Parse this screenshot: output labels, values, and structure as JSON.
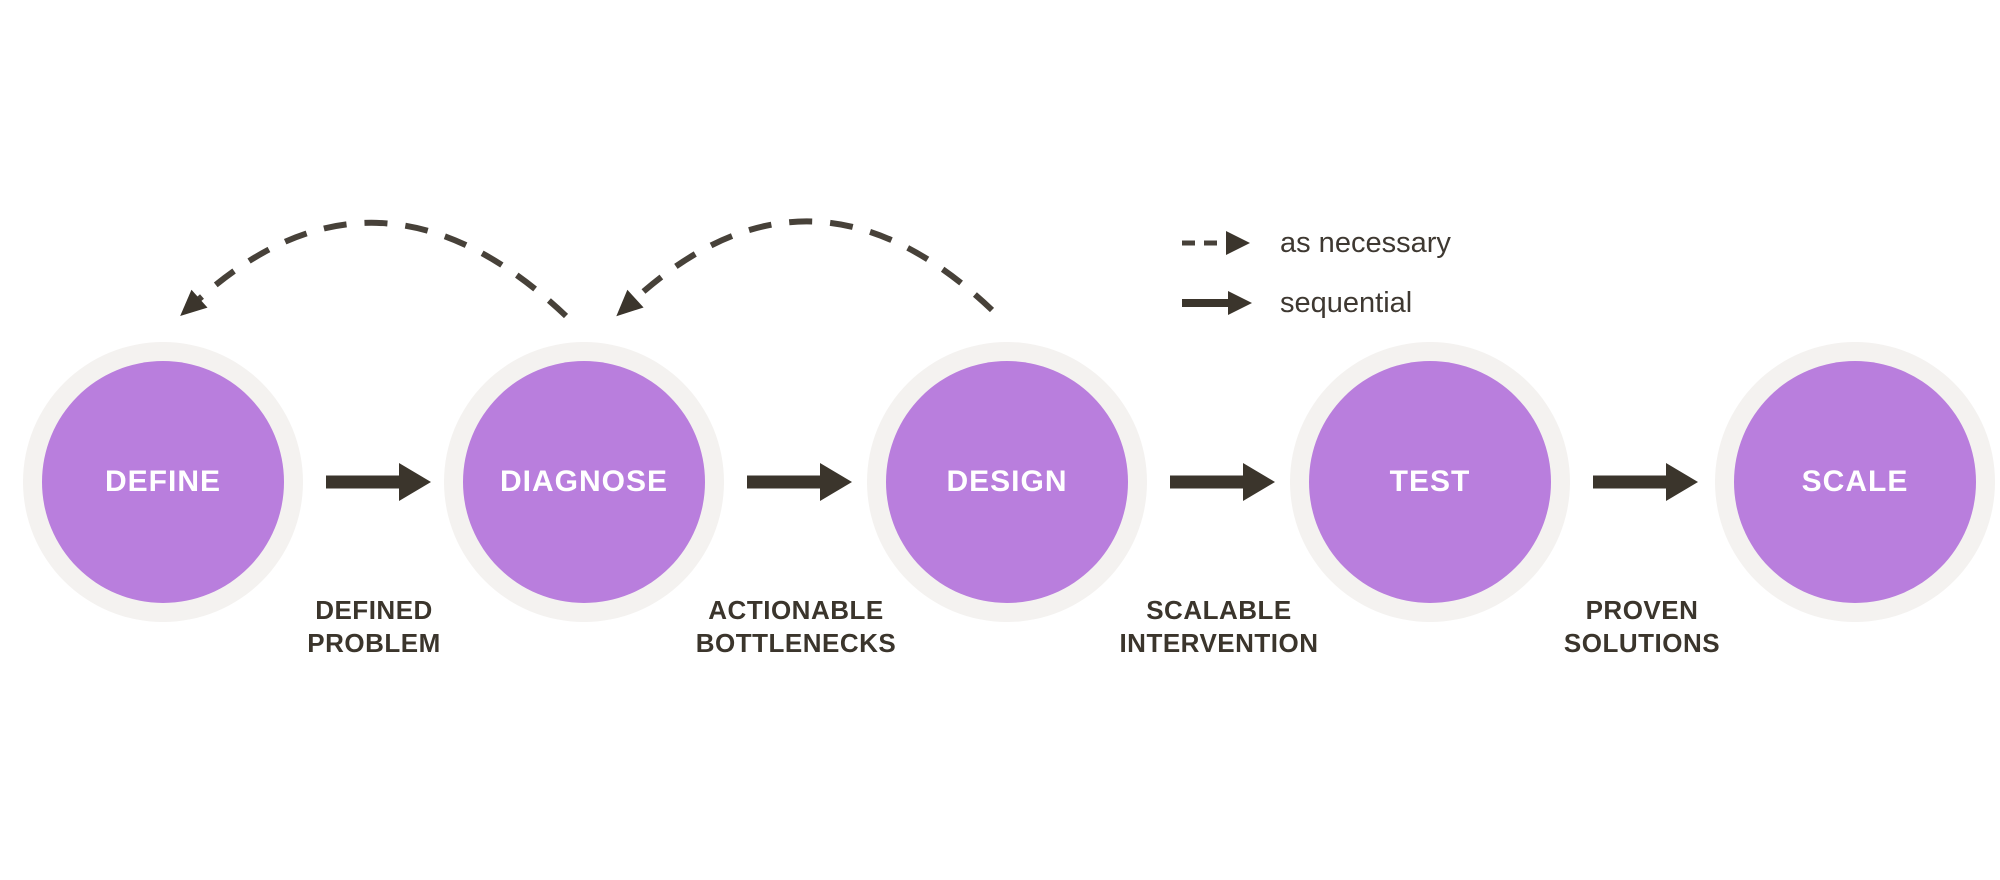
{
  "diagram": {
    "stages": [
      {
        "id": "define",
        "label": "DEFINE"
      },
      {
        "id": "diagnose",
        "label": "DIAGNOSE"
      },
      {
        "id": "design",
        "label": "DESIGN"
      },
      {
        "id": "test",
        "label": "TEST"
      },
      {
        "id": "scale",
        "label": "SCALE"
      }
    ],
    "transitions": [
      {
        "id": "defined-problem",
        "line1": "DEFINED",
        "line2": "PROBLEM"
      },
      {
        "id": "actionable-bottlenecks",
        "line1": "ACTIONABLE",
        "line2": "BOTTLENECKS"
      },
      {
        "id": "scalable-intervention",
        "line1": "SCALABLE",
        "line2": "INTERVENTION"
      },
      {
        "id": "proven-solutions",
        "line1": "PROVEN",
        "line2": "SOLUTIONS"
      }
    ],
    "feedback_arcs": [
      {
        "from": "diagnose",
        "to": "define"
      },
      {
        "from": "design",
        "to": "diagnose"
      }
    ],
    "legend": {
      "items": [
        {
          "id": "as-necessary",
          "style": "dashed",
          "label": "as necessary"
        },
        {
          "id": "sequential",
          "style": "solid",
          "label": "sequential"
        }
      ]
    }
  },
  "colors": {
    "background": "#ffffff",
    "circle_fill": "#b97edd",
    "circle_ring": "#f4f2f0",
    "arrow_dark": "#3b352c",
    "arc_stroke": "#474139",
    "label_text": "#3b352c",
    "legend_text": "#3e3831",
    "circle_text": "#ffffff"
  }
}
